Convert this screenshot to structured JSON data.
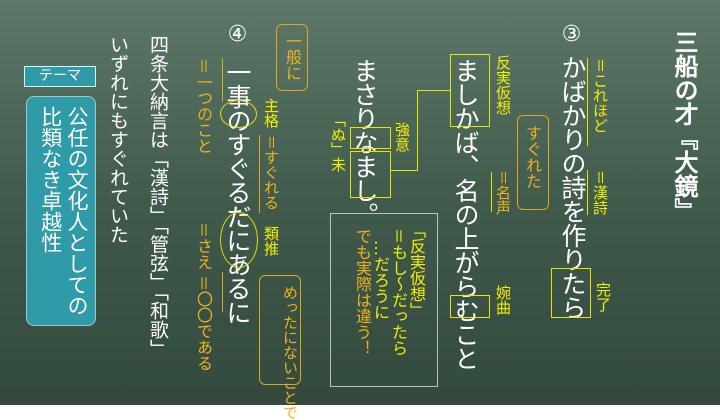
{
  "title": "三船の才『大鏡』",
  "s3": {
    "num": "③",
    "line1": "かばかりの詩を作りたら",
    "kore": "＝これほど",
    "kanshi": "＝漢詩",
    "kanryo": "完了",
    "sugureta": "すぐれた",
    "hanjitsu": "反実仮想",
    "meisei": "＝名声",
    "enkyoku": "婉曲",
    "line2": "ましかば、名の上がらむこと",
    "line3": "まさりなまし。",
    "kyoui": "強意",
    "nu": "「ぬ」未"
  },
  "note": {
    "l1": "「反実仮想」",
    "l2": "＝もし〜だったら",
    "l3": "…だろうに",
    "l4": "でも実際は違う！"
  },
  "s4": {
    "num": "④",
    "ippan": "一般に",
    "line": "一事のすぐるだにあるに",
    "shukaku": "主格",
    "sugureru": "＝すぐれる",
    "ruisui": "類推",
    "metta": "めったにないことで",
    "hitotsu": "＝一つのこと",
    "sae": "＝さえ ＝〇〇である"
  },
  "summary": {
    "l1": "四条大納言は「漢詩」「管弦」「和歌」",
    "l2": "いずれにもすぐれていた"
  },
  "theme": {
    "label": "テーマ",
    "text": "公任の文化人としての比類なき卓越性"
  }
}
